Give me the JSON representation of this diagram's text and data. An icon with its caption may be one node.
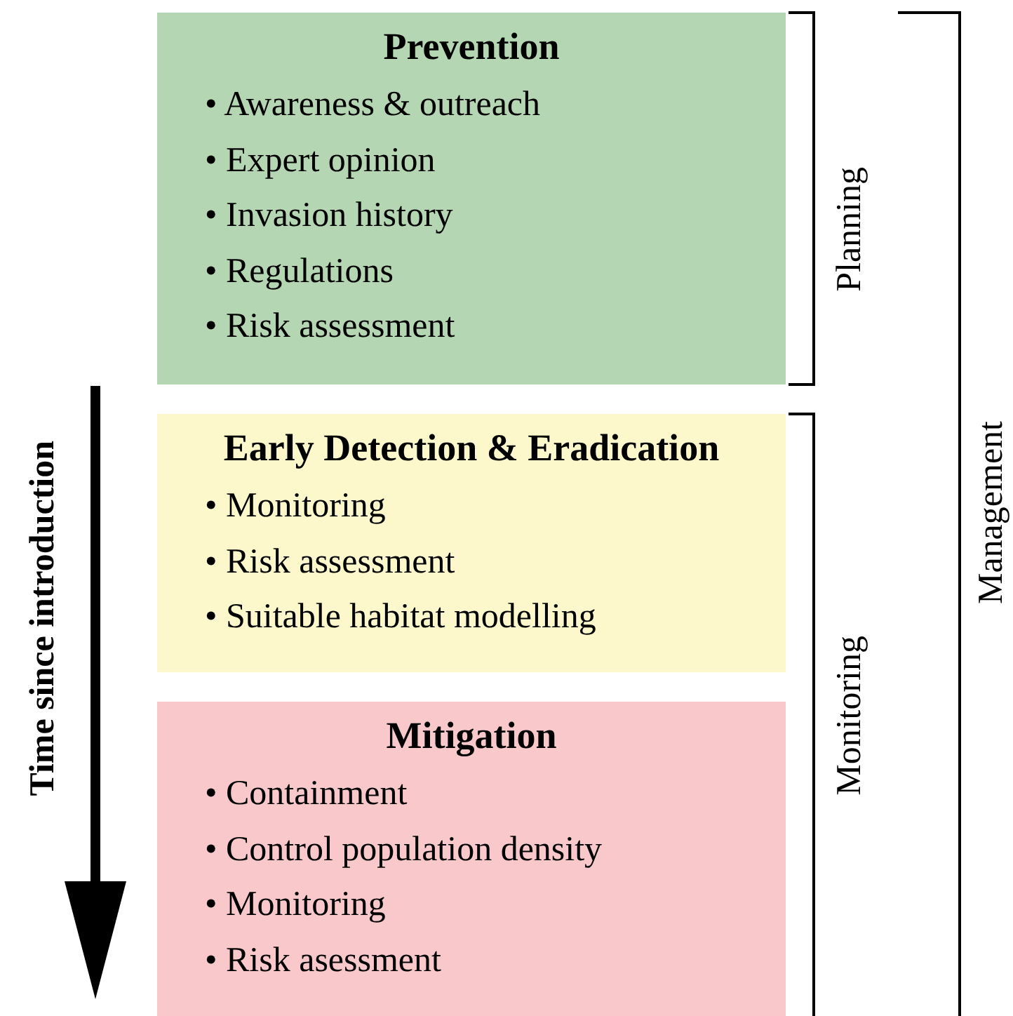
{
  "diagram": {
    "nodes": [
      {
        "text": [
          "Prevention",
          "• Awareness & outreach",
          "• Expert opinion",
          "• Invasion history",
          "• Regulations",
          "• Risk assessment"
        ]
      },
      {
        "text": [
          "Early Detection & Eradication",
          "• Monitoring",
          "• Risk assessment",
          "• Suitable habitat modelling"
        ]
      },
      {
        "text": [
          "Mitigation",
          "• Containment",
          "• Control population density",
          "• Monitoring",
          "• Risk asessment"
        ]
      }
    ],
    "edges": [],
    "labels": [
      "Time since introduction",
      "Planning",
      "Monitoring",
      "Management"
    ]
  }
}
